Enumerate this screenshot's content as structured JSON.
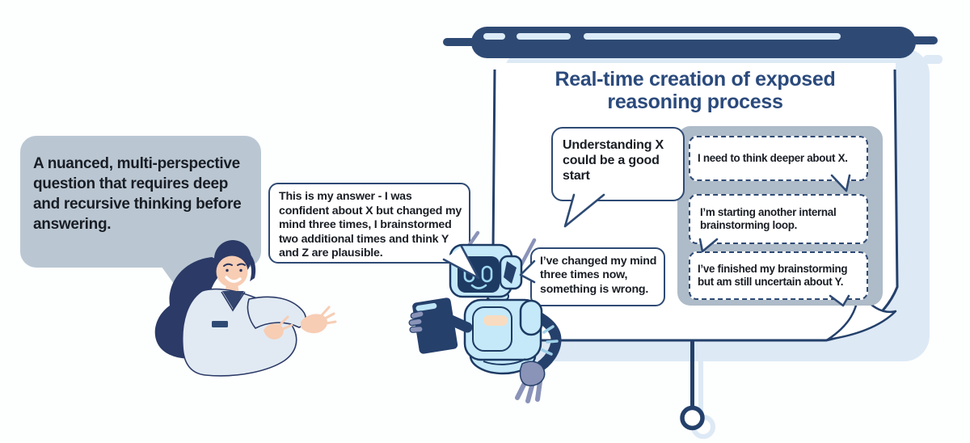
{
  "scene": {
    "description": "Illustration: a scientist asks a question, a robot answers while a flip-chart board exposes its real-time reasoning process",
    "background_color": "#fdfefe"
  },
  "colors": {
    "navy": "#2e4a74",
    "outline_navy": "#24406b",
    "title_navy": "#2b4a7c",
    "text_dark": "#191d24",
    "question_bubble_gray": "#bac7d3",
    "panel_gray": "#aebbc8",
    "shadow_blue": "#dde9f5",
    "robot_blue": "#c5e9f9",
    "robot_face_navy": "#1d3a63",
    "robot_eye_blue": "#9fd9f0",
    "metal_gray": "#8a93b8",
    "skin": "#f7cdb4",
    "hair_navy": "#2b3a66",
    "coat_blue": "#e1eaf3",
    "chest_peach": "#f8dcc1"
  },
  "board": {
    "title_line1": "Real-time creation of exposed",
    "title_line2": "reasoning process"
  },
  "question_bubble": {
    "text": "A nuanced, multi-perspective question that requires deep and recursive thinking before answering."
  },
  "answer_bubble": {
    "text": "This is my answer - I was confident about X but changed my mind three times, I brainstormed two additional times and think Y and Z are plausible."
  },
  "thought_bubbles": {
    "understanding": "Understanding X could be a good start",
    "changed_mind": "I’ve changed my mind three times now, something is wrong.",
    "panel": [
      "I need to think deeper about X.",
      "I’m  starting another internal brainstorming loop.",
      "I’ve finished my brainstorming but am still uncertain about Y."
    ]
  }
}
